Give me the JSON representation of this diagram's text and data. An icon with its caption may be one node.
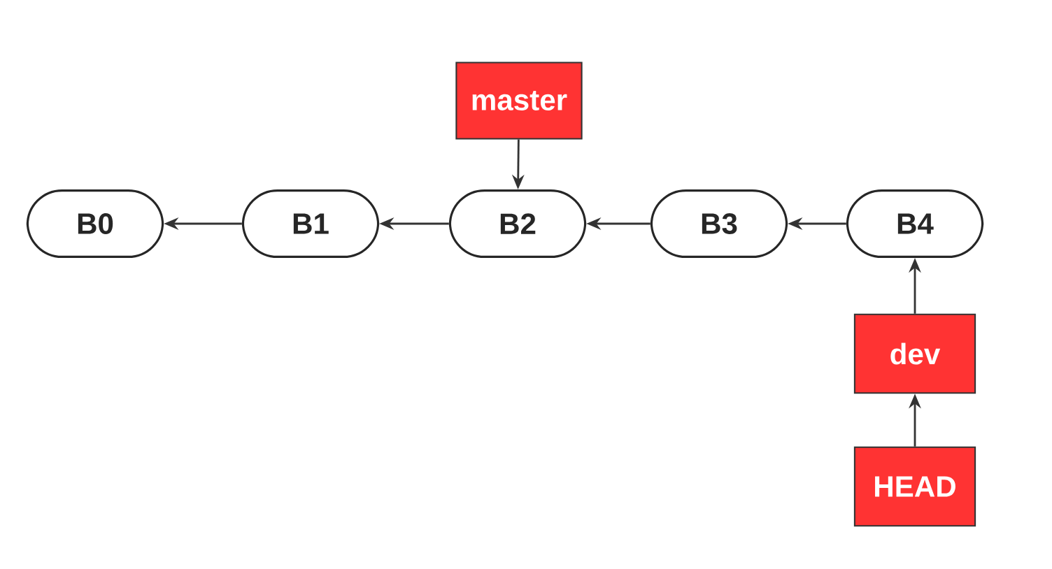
{
  "diagram": {
    "nodes": [
      {
        "text": [
          "B0"
        ]
      },
      {
        "text": [
          "B1"
        ]
      },
      {
        "text": [
          "B2"
        ]
      },
      {
        "text": [
          "B3"
        ]
      },
      {
        "text": [
          "B4"
        ]
      },
      {
        "text": [
          "master"
        ]
      },
      {
        "text": [
          "dev"
        ]
      },
      {
        "text": [
          "HEAD"
        ]
      }
    ],
    "edges": [
      {
        "from": 1,
        "to": 0,
        "arrow": "to"
      },
      {
        "from": 2,
        "to": 1,
        "arrow": "to"
      },
      {
        "from": 3,
        "to": 2,
        "arrow": "to"
      },
      {
        "from": 4,
        "to": 3,
        "arrow": "to"
      },
      {
        "from": 5,
        "to": 2,
        "arrow": "to"
      },
      {
        "from": 6,
        "to": 4,
        "arrow": "to"
      },
      {
        "from": 7,
        "to": 6,
        "arrow": "to"
      }
    ]
  }
}
